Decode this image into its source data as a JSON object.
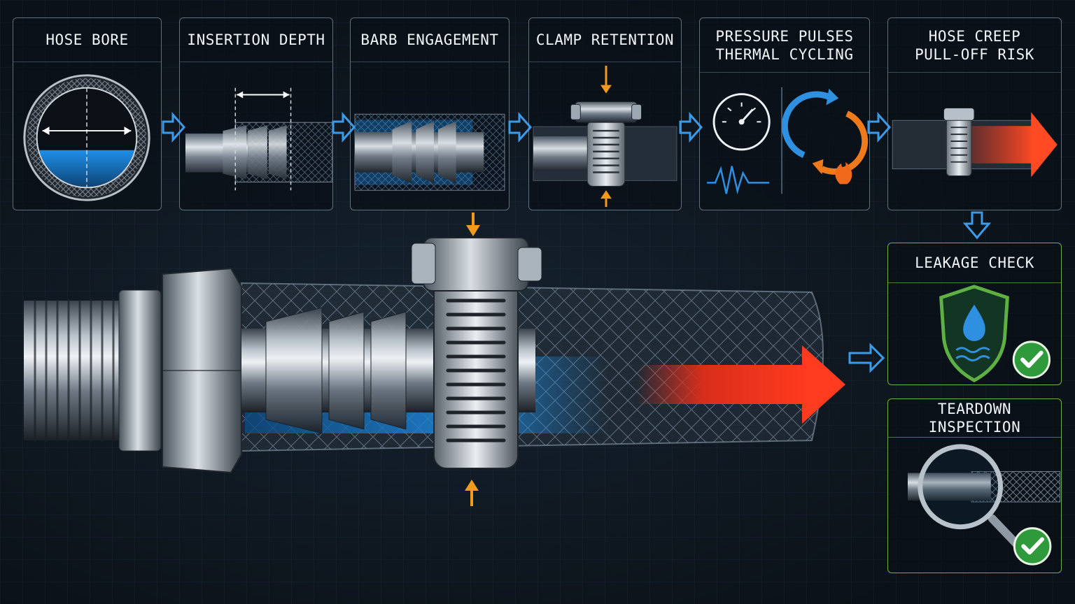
{
  "steps": [
    {
      "title": "HOSE BORE"
    },
    {
      "title": "INSERTION DEPTH"
    },
    {
      "title": "BARB ENGAGEMENT"
    },
    {
      "title": "CLAMP RETENTION"
    },
    {
      "title": "PRESSURE PULSES\nTHERMAL CYCLING"
    },
    {
      "title": "HOSE CREEP\nPULL-OFF RISK"
    }
  ],
  "checks": [
    {
      "title": "LEAKAGE CHECK",
      "status_icon": "checkmark-icon"
    },
    {
      "title": "TEARDOWN INSPECTION",
      "status_icon": "checkmark-icon"
    }
  ],
  "colors": {
    "background": "#0d141c",
    "panel_border": "#5f6e7d",
    "check_border": "#6fb043",
    "flow_arrow": "#2f8fe0",
    "force_arrow": "#f29a1c",
    "pull_arrow": "#e8321e",
    "fluid": "#1f8fe8"
  }
}
